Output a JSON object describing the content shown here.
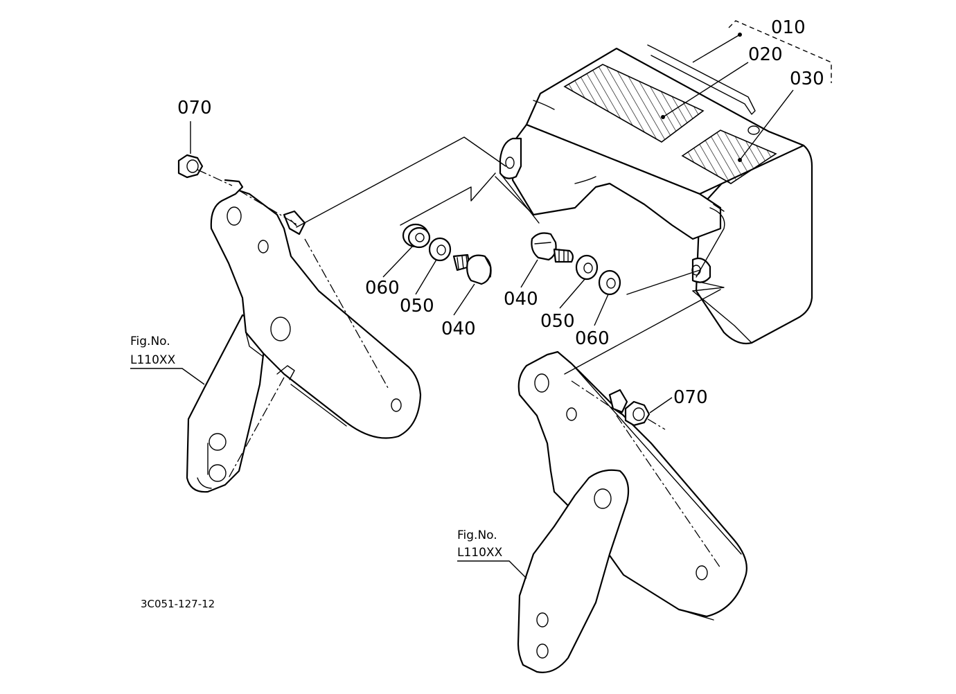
{
  "callouts": {
    "c010": "010",
    "c020": "020",
    "c030": "030",
    "c040a": "040",
    "c040b": "040",
    "c050a": "050",
    "c050b": "050",
    "c060a": "060",
    "c060b": "060",
    "c070a": "070",
    "c070b": "070"
  },
  "fig_refs": {
    "left": {
      "line1": "Fig.No.",
      "line2": "L110XX"
    },
    "right": {
      "line1": "Fig.No.",
      "line2": "L110XX"
    }
  },
  "drawing_code": "3C051-127-12"
}
